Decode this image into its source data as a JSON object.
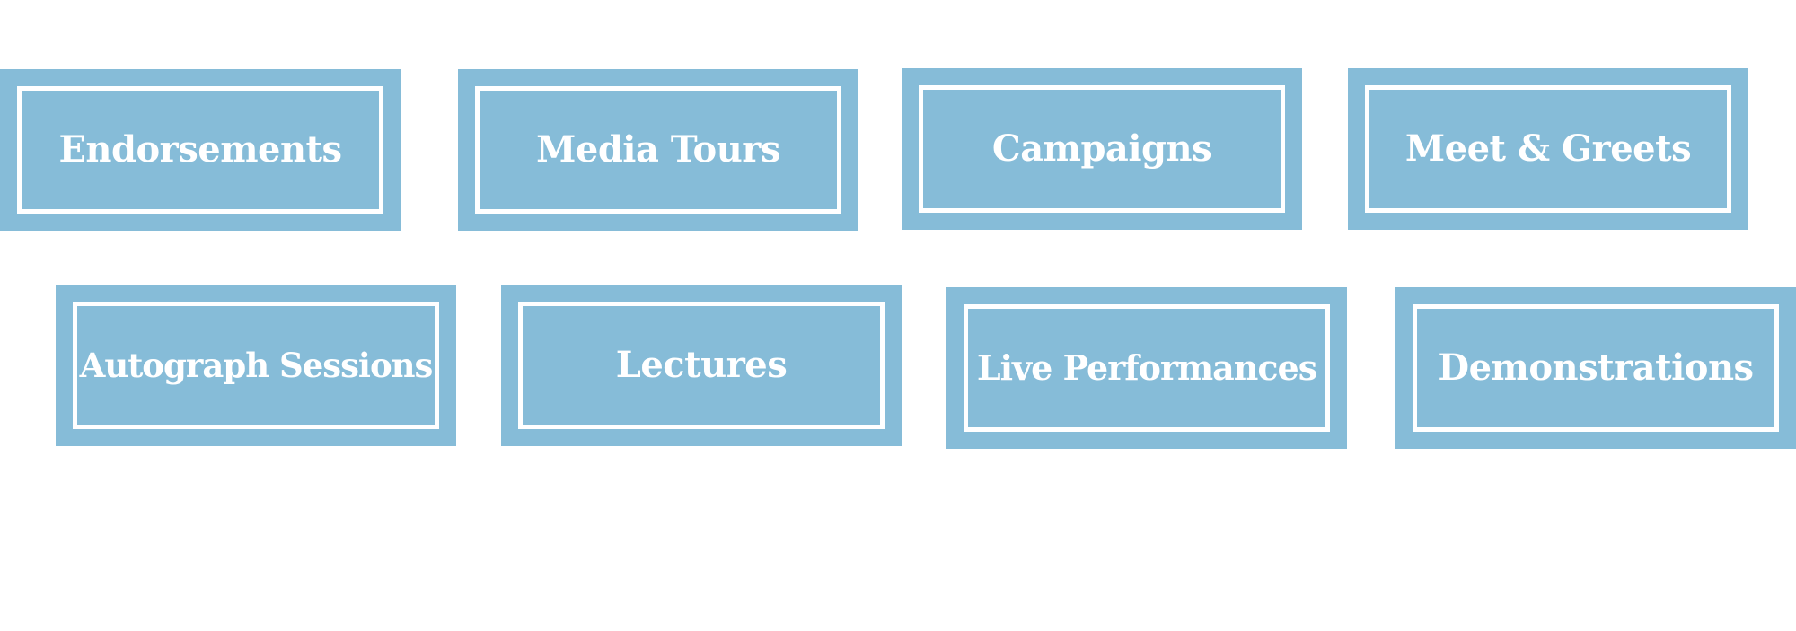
{
  "tiles": [
    {
      "label": "Endorsements"
    },
    {
      "label": "Media Tours"
    },
    {
      "label": "Campaigns"
    },
    {
      "label": "Meet & Greets"
    },
    {
      "label": "Autograph Sessions"
    },
    {
      "label": "Lectures"
    },
    {
      "label": "Live Performances"
    },
    {
      "label": "Demonstrations"
    }
  ],
  "colors": {
    "tile_fill": "#86bcd8",
    "tile_frame": "#ffffff",
    "label_text": "#ffffff",
    "background": "#ffffff"
  }
}
